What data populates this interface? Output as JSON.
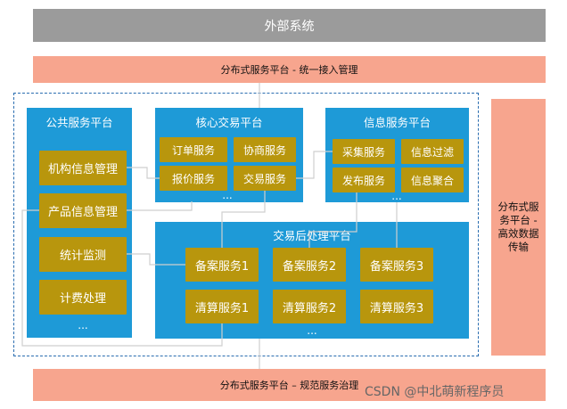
{
  "external_system": "外部系统",
  "top_bar": "分布式服务平台 - 统一接入管理",
  "bottom_bar": "分布式服务平台 – 规范服务治理",
  "side_bar": "分布式服\n务平台 -\n高效数据\n传输",
  "public_platform": {
    "title": "公共服务平台",
    "items": [
      "机构信息管理",
      "产品信息管理",
      "统计监测",
      "计费处理"
    ],
    "more": "..."
  },
  "core_platform": {
    "title": "核心交易平台",
    "items": [
      "订单服务",
      "协商服务",
      "报价服务",
      "交易服务"
    ],
    "more": "..."
  },
  "info_platform": {
    "title": "信息服务平台",
    "items": [
      "采集服务",
      "信息过滤",
      "发布服务",
      "信息聚合"
    ],
    "more": "..."
  },
  "post_platform": {
    "title": "交易后处理平台",
    "items": [
      "备案服务1",
      "备案服务2",
      "备案服务3",
      "清算服务1",
      "清算服务2",
      "清算服务3"
    ],
    "more": "..."
  },
  "watermark": "CSDN @中北萌新程序员",
  "colors": {
    "grey": "#9b9b9b",
    "salmon": "#f7a58e",
    "blue": "#1e9ad7",
    "gold": "#b8960d",
    "dashed": "#2a6db0"
  }
}
